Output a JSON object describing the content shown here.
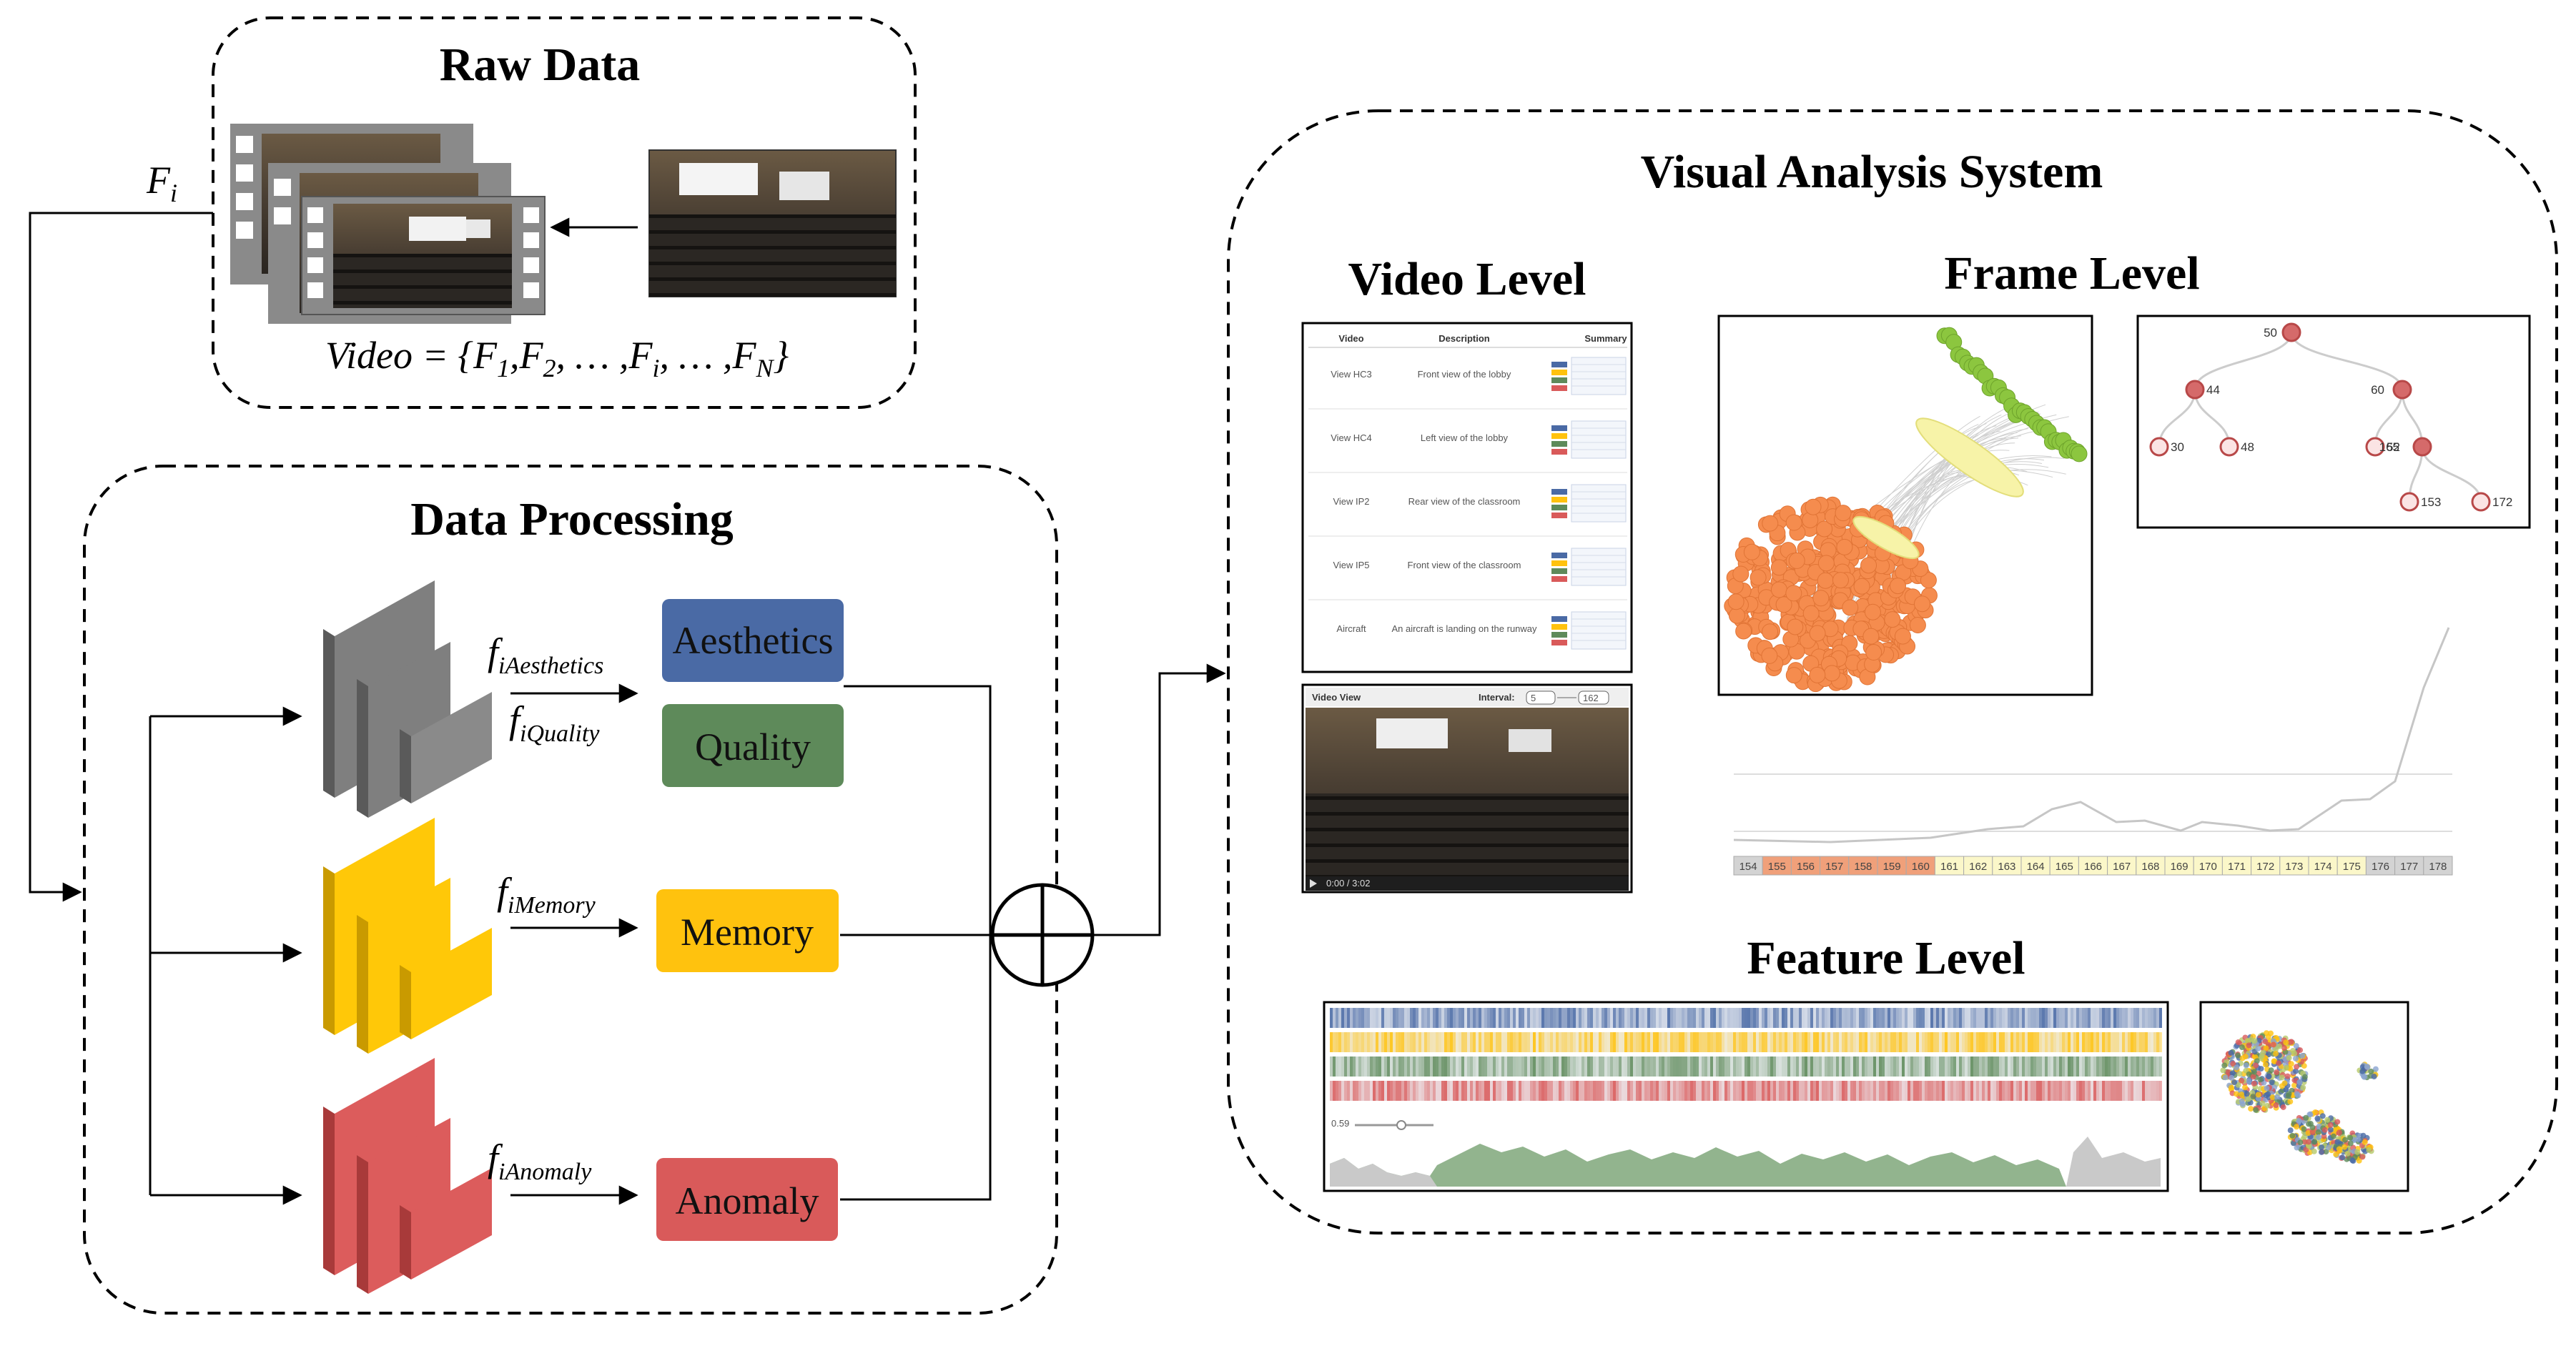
{
  "titles": {
    "raw_data": "Raw Data",
    "data_processing": "Data Processing",
    "visual_analysis": "Visual Analysis System",
    "video_level": "Video Level",
    "frame_level": "Frame Level",
    "feature_level": "Feature Level"
  },
  "math": {
    "frame_var": "F",
    "frame_sub": "i",
    "video_eq": "Video = {F",
    "eq_parts": [
      "1",
      ",F",
      "2",
      ", … ,F",
      "i",
      ", … ,F",
      "N",
      "}"
    ]
  },
  "features": [
    {
      "label": "Aesthetics",
      "color": "#4a6aa5",
      "sub": "iAesthetics"
    },
    {
      "label": "Quality",
      "color": "#5e8a5a",
      "sub": "iQuality"
    },
    {
      "label": "Memory",
      "color": "#ffc20e",
      "sub": "iMemory"
    },
    {
      "label": "Anomaly",
      "color": "#d95a5a",
      "sub": "iAnomaly"
    }
  ],
  "feature_symbol": "f",
  "video_table": {
    "headers": [
      "Video",
      "Description",
      "Summary"
    ],
    "rows": [
      {
        "video": "View HC3",
        "desc": "Front view of the lobby"
      },
      {
        "video": "View HC4",
        "desc": "Left view of the lobby"
      },
      {
        "video": "View IP2",
        "desc": "Rear view of the classroom"
      },
      {
        "video": "View IP5",
        "desc": "Front view of the classroom"
      },
      {
        "video": "Aircraft",
        "desc": "An aircraft is landing on the runway"
      }
    ]
  },
  "video_view": {
    "title": "Video View",
    "interval_label": "Interval:",
    "interval_from": "5",
    "interval_to": "162",
    "time": "0:00 / 3:02"
  },
  "tree": {
    "nodes": [
      "50",
      "44",
      "60",
      "30",
      "48",
      "52",
      "165",
      "153",
      "172"
    ]
  },
  "frame_ticks": [
    "154",
    "155",
    "156",
    "157",
    "158",
    "159",
    "160",
    "161",
    "162",
    "163",
    "164",
    "165",
    "166",
    "167",
    "168",
    "169",
    "170",
    "171",
    "172",
    "173",
    "174",
    "175",
    "176",
    "177",
    "178"
  ],
  "feature_slider_value": "0.59",
  "colors": {
    "aesthetics": "#4a6aa5",
    "quality": "#5e8a5a",
    "memory": "#ffc20e",
    "anomaly": "#d95a5a",
    "cluster_green": "#8cc63f",
    "cluster_orange": "#f58c4e",
    "cluster_yellow": "#f7f3a8"
  }
}
